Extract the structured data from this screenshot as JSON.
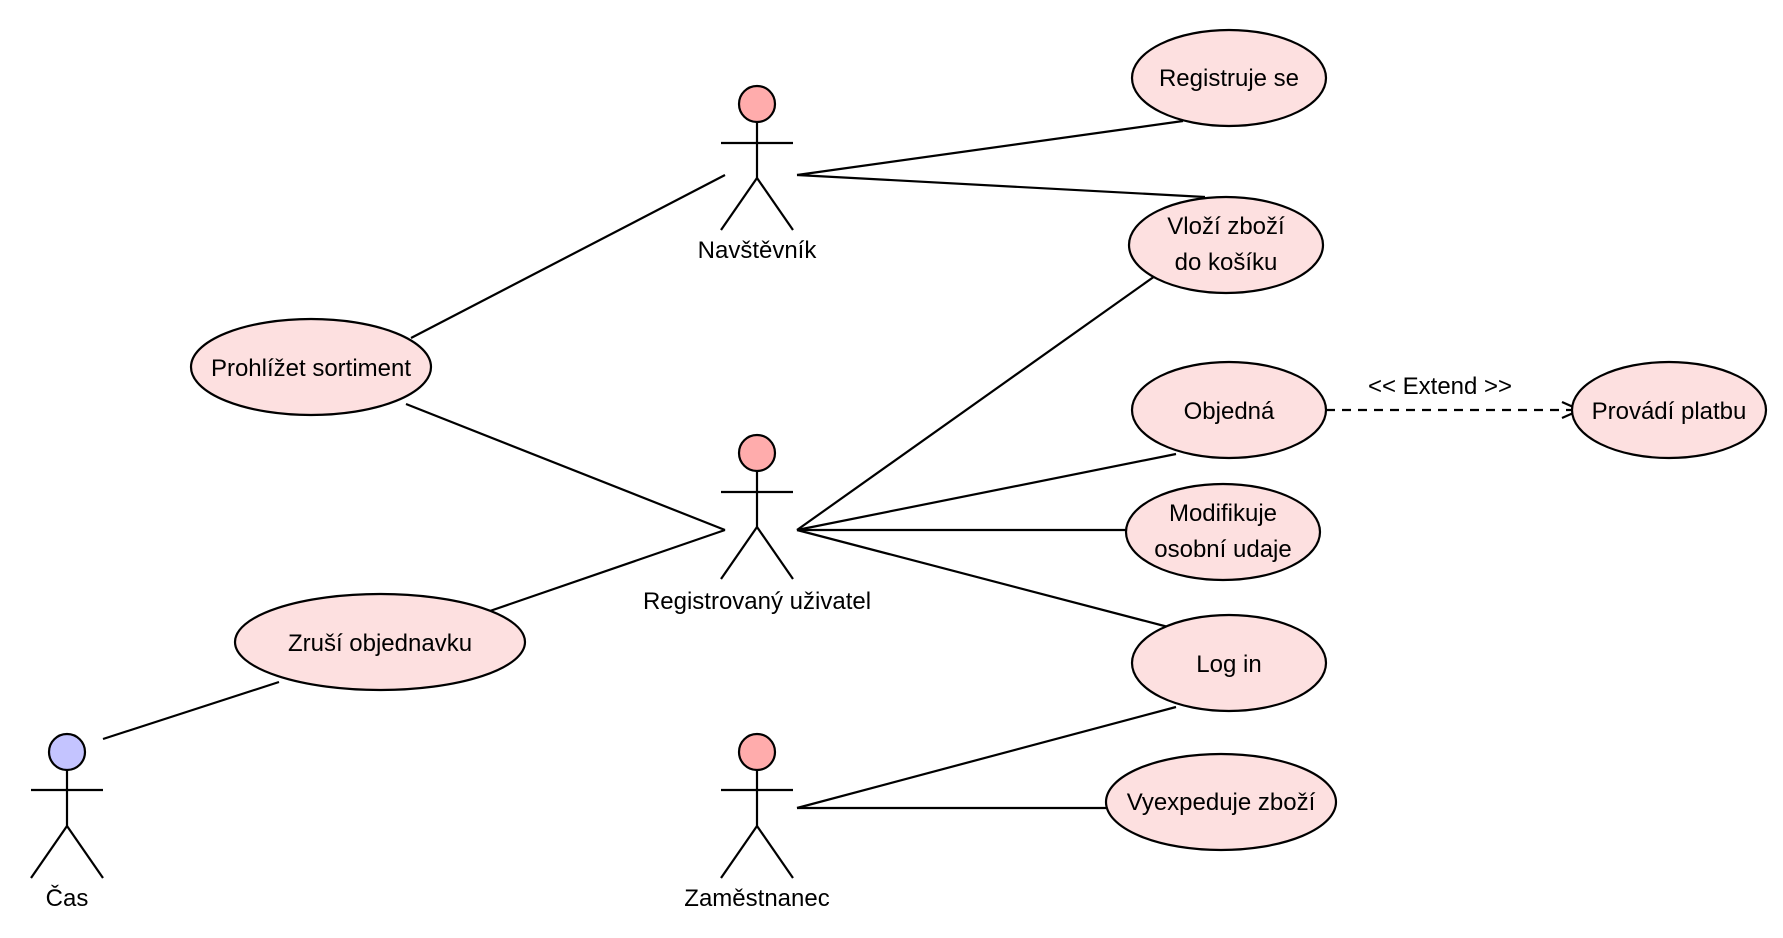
{
  "colors": {
    "usecase_fill": "#fde0e0",
    "actor_head_default": "#ffacac",
    "actor_head_time": "#c4c4ff",
    "stroke": "#000000",
    "background": "#ffffff"
  },
  "actors": {
    "visitor": {
      "name": "Navštěvník",
      "icon": "stick-figure-icon"
    },
    "registered_user": {
      "name": "Registrovaný uživatel",
      "icon": "stick-figure-icon"
    },
    "time": {
      "name": "Čas",
      "icon": "stick-figure-icon"
    },
    "employee": {
      "name": "Zaměstnanec",
      "icon": "stick-figure-icon"
    }
  },
  "use_cases": {
    "register": {
      "lines": [
        "Registruje se"
      ]
    },
    "add_to_cart": {
      "lines": [
        "Vloží zboží",
        "do košíku"
      ]
    },
    "browse": {
      "lines": [
        "Prohlížet sortiment"
      ]
    },
    "order": {
      "lines": [
        "Objedná"
      ]
    },
    "payment": {
      "lines": [
        "Provádí platbu"
      ]
    },
    "modify_profile": {
      "lines": [
        "Modifikuje",
        "osobní udaje"
      ]
    },
    "cancel_order": {
      "lines": [
        "Zruší objednavku"
      ]
    },
    "login": {
      "lines": [
        "Log in"
      ]
    },
    "ship_goods": {
      "lines": [
        "Vyexpeduje zboží"
      ]
    }
  },
  "relationships": {
    "extend_label": "<< Extend >>"
  }
}
